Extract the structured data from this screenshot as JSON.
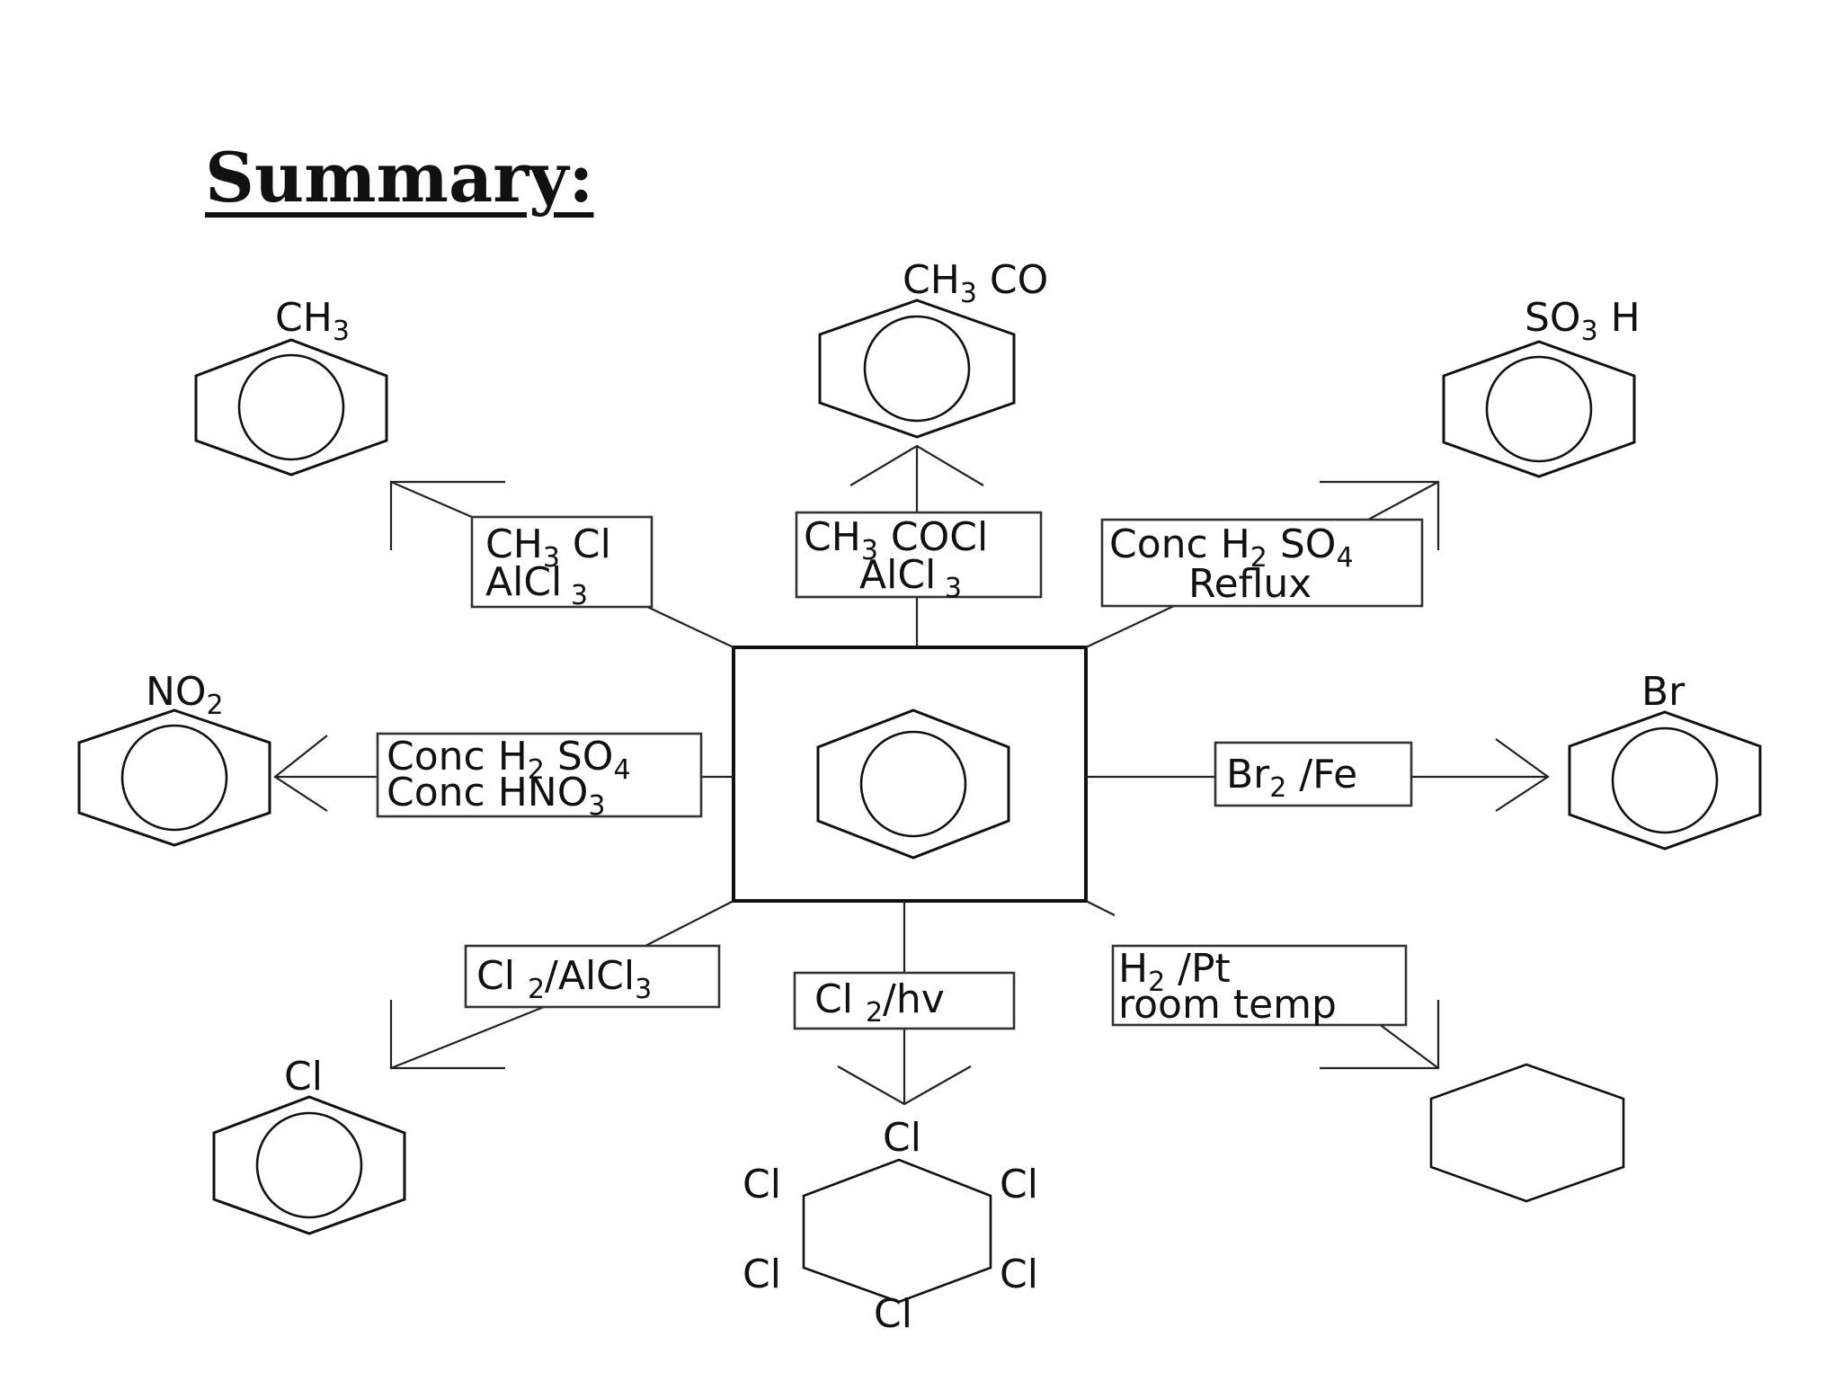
{
  "title": "Summary:",
  "reagents": {
    "methylation": {
      "line1": {
        "a": "CH",
        "b": "3",
        "c": " Cl"
      },
      "line2": {
        "a": "AlCl",
        "b": " 3"
      }
    },
    "acylation": {
      "line1": {
        "a": "CH",
        "b": "3",
        "c": " COCl"
      },
      "line2": {
        "a": "AlCl",
        "b": " 3"
      }
    },
    "sulfonation": {
      "line1": {
        "a": "Conc H",
        "b": "2",
        "c": " SO",
        "d": "4"
      },
      "line2": "Reflux"
    },
    "nitration": {
      "line1": {
        "a": "Conc H",
        "b": "2",
        "c": " SO",
        "d": "4"
      },
      "line2": {
        "a": "Conc HNO",
        "b": "3"
      }
    },
    "bromination": {
      "a": "Br",
      "b": "2",
      "c": " /Fe"
    },
    "chlorination": {
      "a": "Cl ",
      "b": "2",
      "c": "/AlCl",
      "d": "3"
    },
    "addition": {
      "a": "Cl ",
      "b": "2",
      "c": "/hv"
    },
    "hydrogenation": {
      "line1": {
        "a": "H",
        "b": "2",
        "c": " /Pt"
      },
      "line2": "room temp"
    }
  },
  "products": {
    "toluene": {
      "a": "CH",
      "b": "3"
    },
    "acetophenone": {
      "a": "CH",
      "b": "3",
      "c": " CO"
    },
    "sulfonic_acid": {
      "a": "SO",
      "b": "3",
      "c": " H"
    },
    "nitrobenzene": {
      "a": "NO",
      "b": "2"
    },
    "bromobenzene": "Br",
    "chlorobenzene": "Cl",
    "hexachloride": [
      "Cl",
      "Cl",
      "Cl",
      "Cl",
      "Cl",
      "Cl"
    ]
  }
}
